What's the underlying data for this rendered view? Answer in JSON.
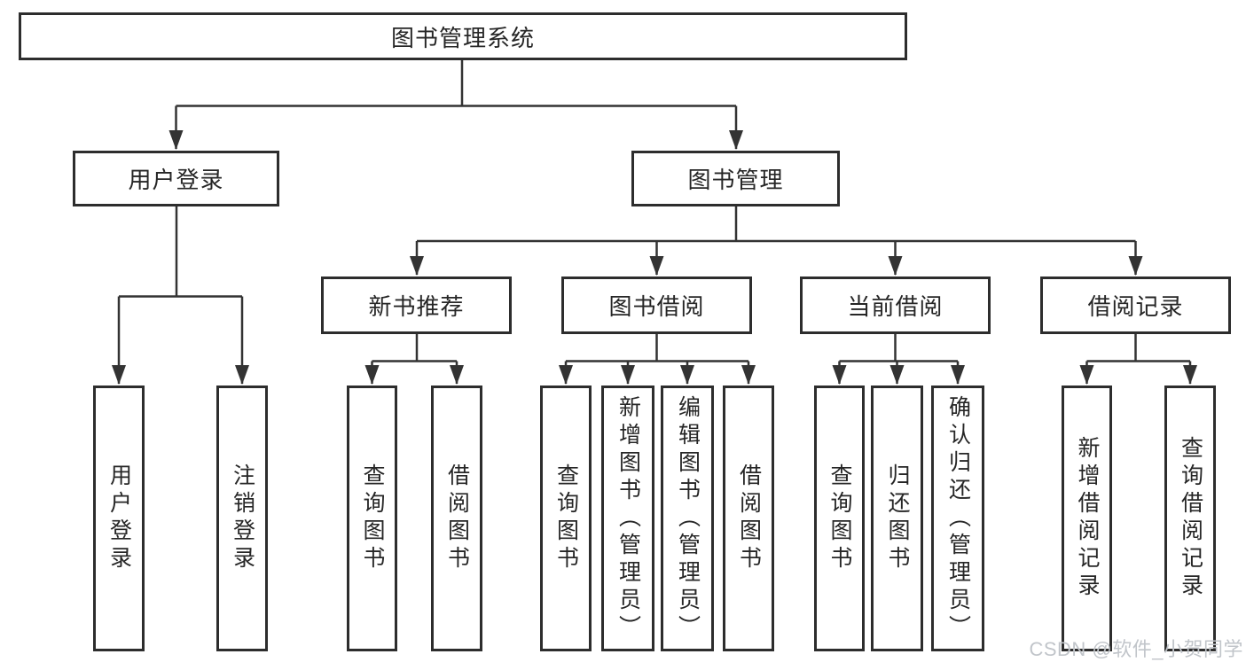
{
  "tree": {
    "label": "图书管理系统",
    "children": [
      {
        "label": "用户登录",
        "children": [
          {
            "label": "用户登录"
          },
          {
            "label": "注销登录"
          }
        ]
      },
      {
        "label": "图书管理",
        "children": [
          {
            "label": "新书推荐",
            "children": [
              {
                "label": "查询图书"
              },
              {
                "label": "借阅图书"
              }
            ]
          },
          {
            "label": "图书借阅",
            "children": [
              {
                "label": "查询图书"
              },
              {
                "label": "新增图书（管理员）"
              },
              {
                "label": "编辑图书（管理员）"
              },
              {
                "label": "借阅图书"
              }
            ]
          },
          {
            "label": "当前借阅",
            "children": [
              {
                "label": "查询图书"
              },
              {
                "label": "归还图书"
              },
              {
                "label": "确认归还（管理员）"
              }
            ]
          },
          {
            "label": "借阅记录",
            "children": [
              {
                "label": "新增借阅记录"
              },
              {
                "label": "查询借阅记录"
              }
            ]
          }
        ]
      }
    ]
  },
  "watermark": {
    "text": "CSDN @软件_小贺同学",
    "color": "#c1c5ca"
  },
  "colors": {
    "line": "#333333",
    "box_border": "#2d2d2d",
    "box_background": "#ffffff",
    "text": "#262626",
    "page_background": "#ffffff"
  }
}
